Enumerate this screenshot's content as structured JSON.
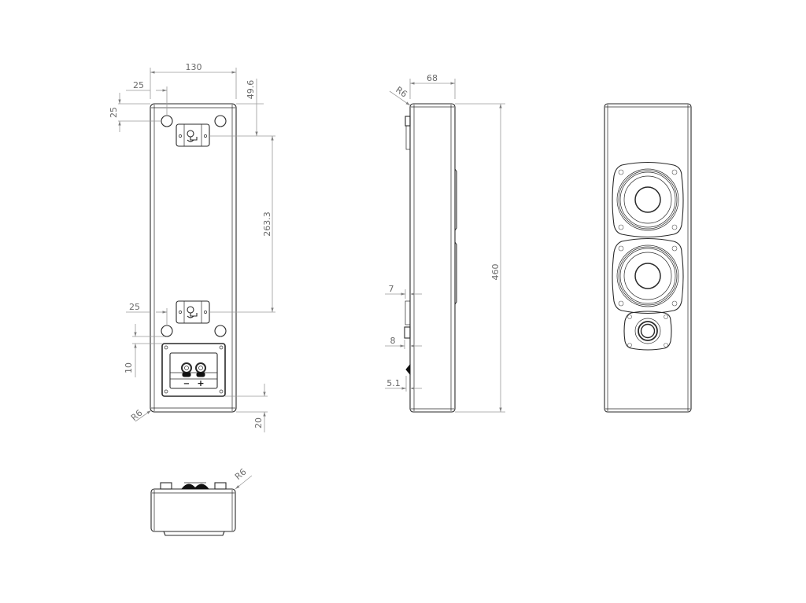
{
  "drawing": {
    "type": "technical-drawing",
    "subject": "wall-mount speaker cabinet",
    "line_color": "#2a2a2a",
    "dimension_color": "#9a9a9a",
    "views": {
      "rear": {
        "label": "rear-view",
        "dimensions": {
          "overall_width": "130",
          "hole_offset_x_top": "25",
          "hole_offset_y_top": "25",
          "top_to_bracket": "49.6",
          "bracket_spacing": "263.3",
          "hole_offset_x_bottom": "25",
          "hole_to_terminal": "10",
          "terminal_to_bottom": "20",
          "corner_radius": "R6"
        },
        "terminal_labels": {
          "negative": "−",
          "positive": "+"
        }
      },
      "side": {
        "label": "side-view",
        "dimensions": {
          "depth": "68",
          "corner_radius": "R6",
          "height": "460",
          "bracket_depth_upper": "7",
          "bracket_depth_lower": "8",
          "terminal_depth": "5.1"
        }
      },
      "front": {
        "label": "front-view",
        "drivers": [
          "woofer-upper",
          "woofer-lower",
          "tweeter"
        ]
      },
      "bottom": {
        "label": "bottom-view",
        "dimensions": {
          "corner_radius": "R6"
        }
      }
    }
  }
}
